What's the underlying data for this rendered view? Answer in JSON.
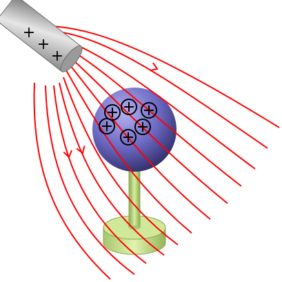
{
  "rod": {
    "charge_sign": "+",
    "charge_count": 3,
    "icon": "charged-glass-rod"
  },
  "sphere": {
    "icon": "conducting-sphere",
    "charge_type": "positive",
    "induced_charge_count": 6
  },
  "field_lines": {
    "count": 12,
    "direction": "away-from-rod",
    "arrow_count": 3
  },
  "stand": {
    "icon": "insulating-stand"
  },
  "colors": {
    "field_line": "#ff0000",
    "rod_light": "#e6e6e6",
    "rod_dark": "#7a7a7a",
    "sphere_light": "#9a98e0",
    "sphere_dark": "#3a3878",
    "stand": "#c6e28f",
    "stand_dark": "#8aa852",
    "charge_marker": "#000000"
  }
}
